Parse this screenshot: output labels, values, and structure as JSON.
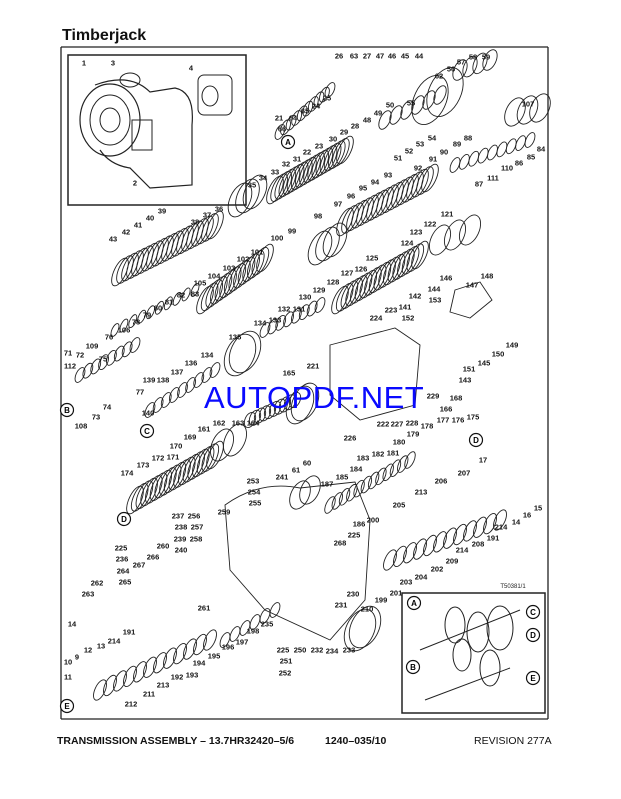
{
  "header": {
    "title": "Timberjack"
  },
  "footer": {
    "assembly": "TRANSMISSION ASSEMBLY – 13.7HR32420–5/6",
    "page_ref": "1240–035/10",
    "revision": "REVISION 277A"
  },
  "watermark": "AUTOPDF.NET",
  "figure_id": "T50381/1",
  "callouts": [
    "1",
    "3",
    "4",
    "2",
    "26",
    "63",
    "27",
    "47",
    "46",
    "45",
    "44",
    "25",
    "24",
    "65",
    "21",
    "64",
    "66",
    "22",
    "23",
    "30",
    "29",
    "28",
    "48",
    "49",
    "50",
    "55",
    "62",
    "56",
    "57",
    "58",
    "59",
    "51",
    "52",
    "53",
    "54",
    "107",
    "84",
    "85",
    "86",
    "110",
    "111",
    "87",
    "88",
    "89",
    "90",
    "91",
    "92",
    "93",
    "94",
    "95",
    "96",
    "97",
    "31",
    "32",
    "33",
    "34",
    "35",
    "98",
    "99",
    "100",
    "121",
    "122",
    "123",
    "124",
    "36",
    "37",
    "38",
    "39",
    "40",
    "41",
    "42",
    "43",
    "101",
    "102",
    "103",
    "104",
    "105",
    "83",
    "82",
    "81",
    "80",
    "79",
    "78",
    "106",
    "76",
    "75",
    "109",
    "72",
    "71",
    "112",
    "108",
    "73",
    "74",
    "77",
    "127",
    "128",
    "129",
    "130",
    "131",
    "132",
    "133",
    "134",
    "135",
    "134",
    "136",
    "137",
    "138",
    "139",
    "140",
    "221",
    "165",
    "164",
    "226",
    "163",
    "162",
    "161",
    "169",
    "170",
    "125",
    "126",
    "146",
    "147",
    "148",
    "144",
    "153",
    "142",
    "141",
    "152",
    "223",
    "224",
    "149",
    "150",
    "145",
    "151",
    "143",
    "229",
    "168",
    "166",
    "228",
    "227",
    "222",
    "177",
    "176",
    "175",
    "178",
    "179",
    "180",
    "181",
    "174",
    "173",
    "172",
    "171",
    "241",
    "61",
    "60",
    "187",
    "253",
    "254",
    "255",
    "259",
    "237",
    "238",
    "239",
    "256",
    "257",
    "258",
    "240",
    "225",
    "236",
    "264",
    "265",
    "267",
    "266",
    "260",
    "262",
    "263",
    "261",
    "235",
    "198",
    "197",
    "196",
    "195",
    "194",
    "193",
    "192",
    "213",
    "211",
    "212",
    "191",
    "214",
    "13",
    "12",
    "14",
    "9",
    "10",
    "11",
    "225",
    "251",
    "252",
    "250",
    "232",
    "234",
    "233",
    "230",
    "231",
    "268",
    "225",
    "185",
    "184",
    "183",
    "182",
    "186",
    "200",
    "199",
    "210",
    "201",
    "203",
    "204",
    "202",
    "209",
    "214",
    "208",
    "191",
    "214",
    "14",
    "16",
    "15",
    "17",
    "207",
    "206",
    "213",
    "205"
  ],
  "circle_refs": [
    "A",
    "B",
    "C",
    "D",
    "D",
    "E",
    "A",
    "B",
    "C",
    "D",
    "E"
  ],
  "colors": {
    "ink": "#1a1a1a",
    "watermark": "#0a0aff"
  }
}
